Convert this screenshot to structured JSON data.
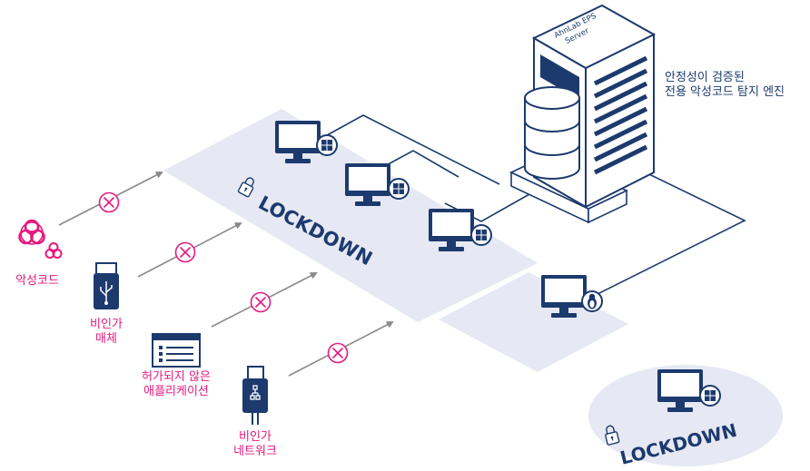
{
  "colors": {
    "navy": "#1c3a6e",
    "threat": "#e6197d",
    "zone": "#e6e8f3",
    "arrow": "#8a8a8a",
    "background": "#ffffff"
  },
  "server": {
    "label_line1": "AhnLab EPS",
    "label_line2": "Server",
    "caption_line1": "안정성이 검증된",
    "caption_line2": "전용 악성코드 탐지 엔진"
  },
  "zones": {
    "main_lockdown": "LOCKDOWN",
    "isolated_lockdown": "LOCKDOWN"
  },
  "threats": [
    {
      "id": "malware",
      "icon": "biohazard-icon",
      "line1": "악성코드",
      "line2": ""
    },
    {
      "id": "unauthorized-media",
      "icon": "usb-drive-icon",
      "line1": "비인가",
      "line2": "매체"
    },
    {
      "id": "unauthorized-app",
      "icon": "application-window-icon",
      "line1": "허가되지 않은",
      "line2": "애플리케이션"
    },
    {
      "id": "unauthorized-network",
      "icon": "network-adapter-icon",
      "line1": "비인가",
      "line2": "네트워크"
    }
  ],
  "endpoints": [
    {
      "id": "pc-1",
      "os": "windows-icon"
    },
    {
      "id": "pc-2",
      "os": "windows-icon"
    },
    {
      "id": "pc-3",
      "os": "windows-icon"
    },
    {
      "id": "pc-4",
      "os": "linux-icon"
    },
    {
      "id": "pc-5",
      "os": "windows-icon"
    }
  ]
}
